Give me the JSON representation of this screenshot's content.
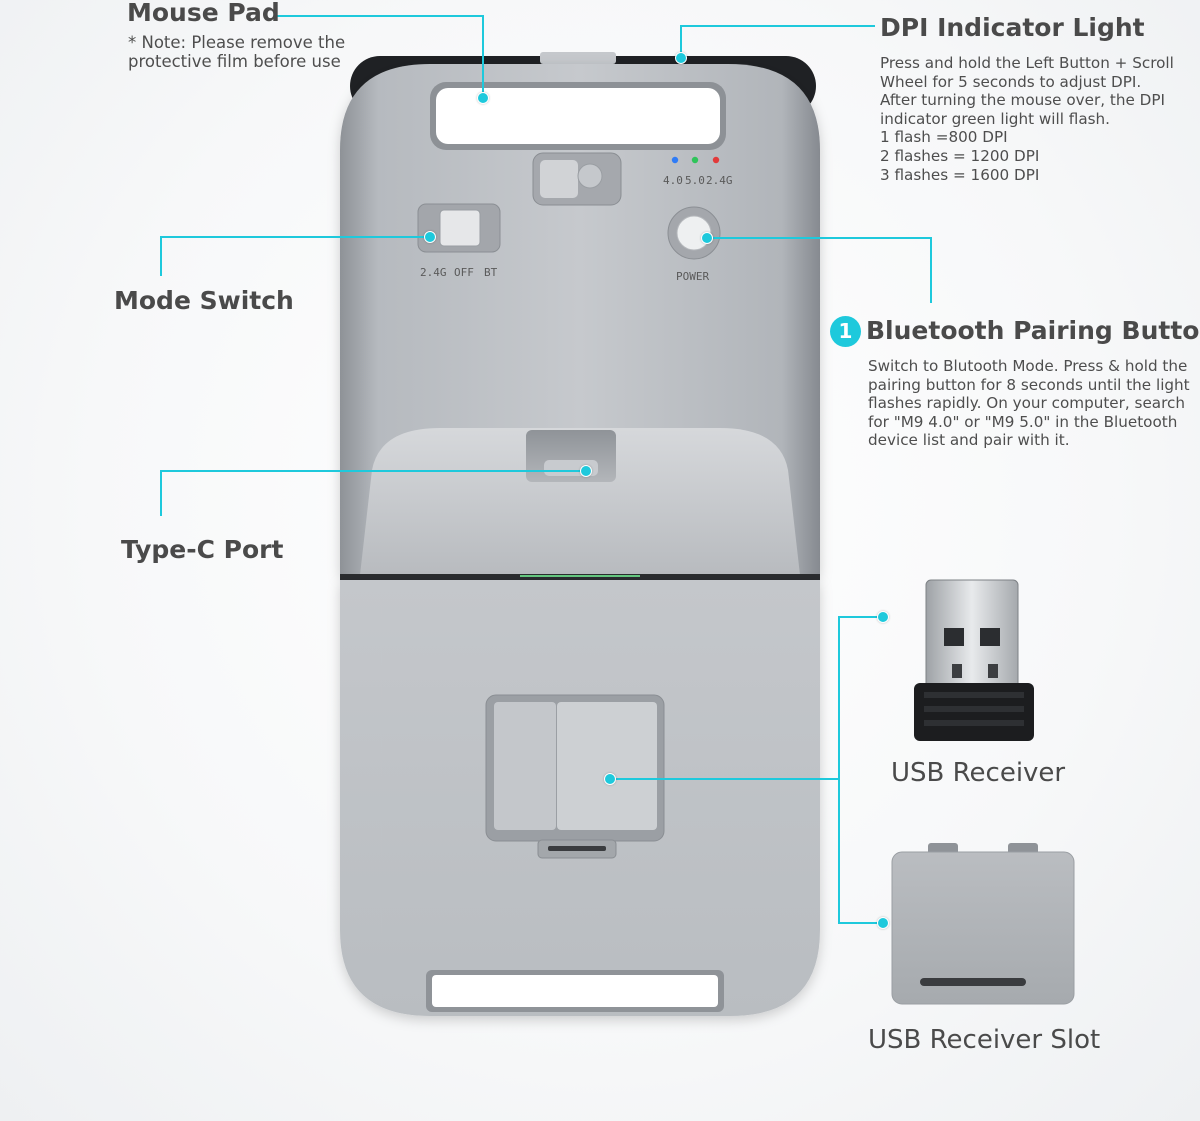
{
  "labels": {
    "mouse_pad": "Mouse Pad",
    "mouse_pad_note": "* Note: Please remove the\n   protective film before use",
    "dpi_title": "DPI Indicator Light",
    "dpi_desc": "Press and hold the Left Button + Scroll\nWheel for 5 seconds to adjust DPI.\nAfter turning the mouse over, the DPI\nindicator green light will flash.\n1 flash =800 DPI\n2 flashes = 1200 DPI\n3 flashes = 1600 DPI",
    "mode_switch": "Mode Switch",
    "bt_number": "1",
    "bt_title": "Bluetooth Pairing Button",
    "bt_desc": "Switch to Blutooth Mode. Press & hold the\npairing button for 8 seconds until the light\nflashes rapidly. On your computer, search\nfor \"M9 4.0\" or \"M9 5.0\" in the Bluetooth\ndevice list and pair with it.",
    "type_c": "Type-C Port",
    "usb_receiver": "USB Receiver",
    "usb_slot": "USB Receiver Slot"
  },
  "device_markings": {
    "led_1": "4.0",
    "led_2": "5.0",
    "led_3": "2.4G",
    "switch_1": "2.4G",
    "switch_2": "OFF",
    "switch_3": "BT",
    "power": "POWER"
  },
  "colors": {
    "accent": "#1ec9dc",
    "led_blue": "#2f7cf6",
    "led_green": "#2fc45a",
    "led_red": "#e23a3a"
  }
}
